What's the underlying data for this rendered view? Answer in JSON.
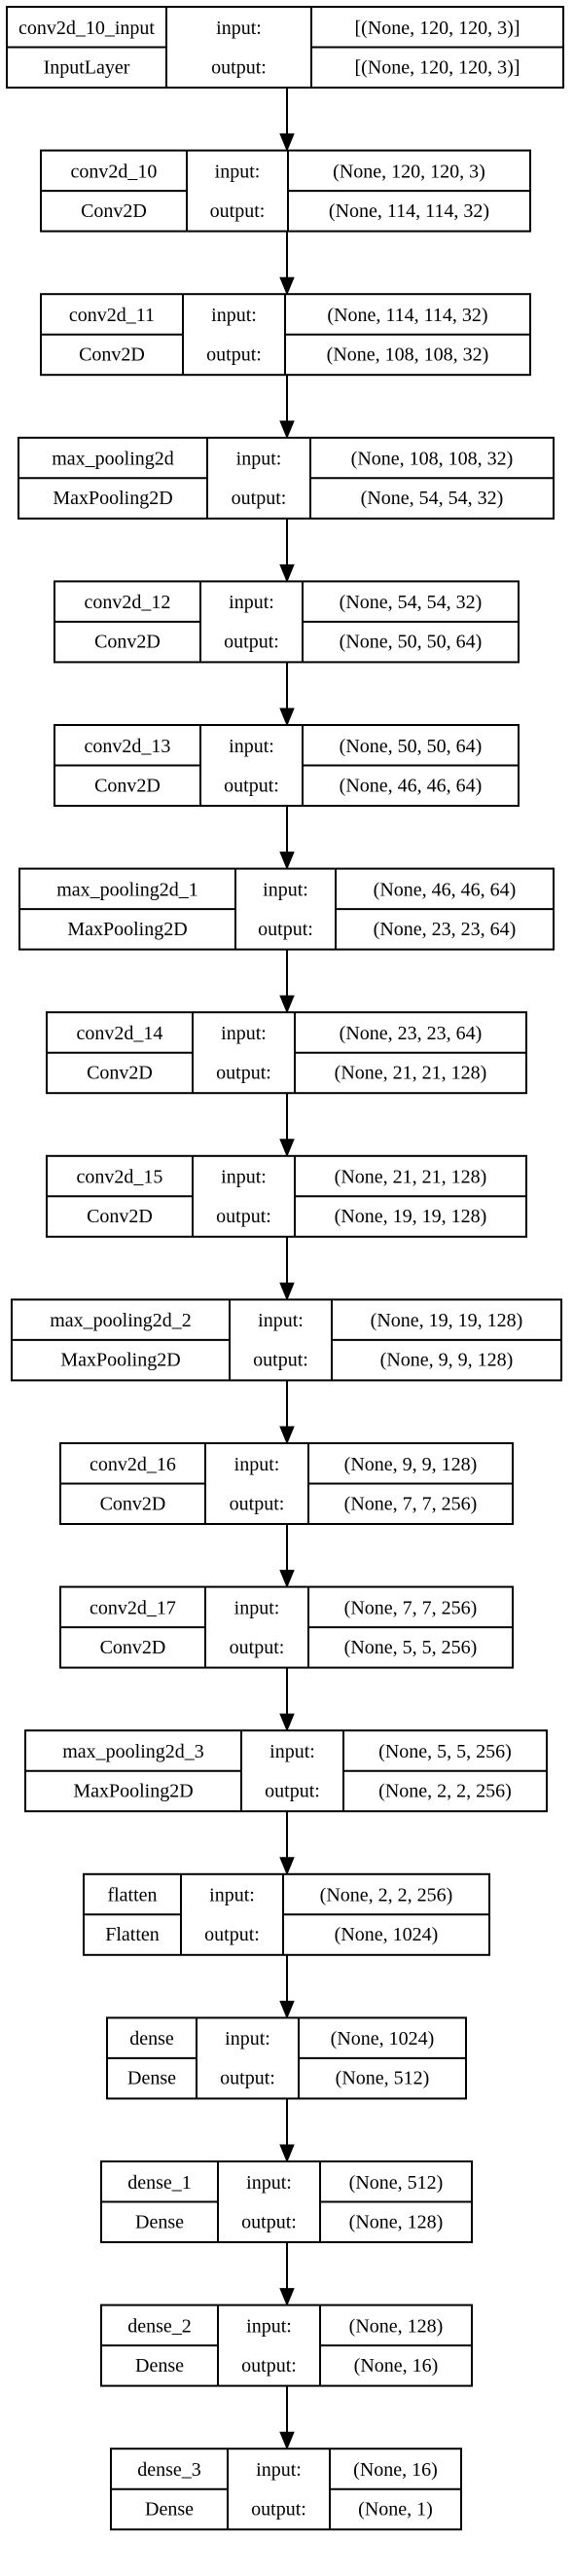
{
  "input_label": "input:",
  "output_label": "output:",
  "layers": [
    {
      "name": "conv2d_10_input",
      "type": "InputLayer",
      "input": "[(None, 120, 120, 3)]",
      "output": "[(None, 120, 120, 3)]"
    },
    {
      "name": "conv2d_10",
      "type": "Conv2D",
      "input": "(None, 120, 120, 3)",
      "output": "(None, 114, 114, 32)"
    },
    {
      "name": "conv2d_11",
      "type": "Conv2D",
      "input": "(None, 114, 114, 32)",
      "output": "(None, 108, 108, 32)"
    },
    {
      "name": "max_pooling2d",
      "type": "MaxPooling2D",
      "input": "(None, 108, 108, 32)",
      "output": "(None, 54, 54, 32)"
    },
    {
      "name": "conv2d_12",
      "type": "Conv2D",
      "input": "(None, 54, 54, 32)",
      "output": "(None, 50, 50, 64)"
    },
    {
      "name": "conv2d_13",
      "type": "Conv2D",
      "input": "(None, 50, 50, 64)",
      "output": "(None, 46, 46, 64)"
    },
    {
      "name": "max_pooling2d_1",
      "type": "MaxPooling2D",
      "input": "(None, 46, 46, 64)",
      "output": "(None, 23, 23, 64)"
    },
    {
      "name": "conv2d_14",
      "type": "Conv2D",
      "input": "(None, 23, 23, 64)",
      "output": "(None, 21, 21, 128)"
    },
    {
      "name": "conv2d_15",
      "type": "Conv2D",
      "input": "(None, 21, 21, 128)",
      "output": "(None, 19, 19, 128)"
    },
    {
      "name": "max_pooling2d_2",
      "type": "MaxPooling2D",
      "input": "(None, 19, 19, 128)",
      "output": "(None, 9, 9, 128)"
    },
    {
      "name": "conv2d_16",
      "type": "Conv2D",
      "input": "(None, 9, 9, 128)",
      "output": "(None, 7, 7, 256)"
    },
    {
      "name": "conv2d_17",
      "type": "Conv2D",
      "input": "(None, 7, 7, 256)",
      "output": "(None, 5, 5, 256)"
    },
    {
      "name": "max_pooling2d_3",
      "type": "MaxPooling2D",
      "input": "(None, 5, 5, 256)",
      "output": "(None, 2, 2, 256)"
    },
    {
      "name": "flatten",
      "type": "Flatten",
      "input": "(None, 2, 2, 256)",
      "output": "(None, 1024)"
    },
    {
      "name": "dense",
      "type": "Dense",
      "input": "(None, 1024)",
      "output": "(None, 512)"
    },
    {
      "name": "dense_1",
      "type": "Dense",
      "input": "(None, 512)",
      "output": "(None, 128)"
    },
    {
      "name": "dense_2",
      "type": "Dense",
      "input": "(None, 128)",
      "output": "(None, 16)"
    },
    {
      "name": "dense_3",
      "type": "Dense",
      "input": "(None, 16)",
      "output": "(None, 1)"
    }
  ]
}
